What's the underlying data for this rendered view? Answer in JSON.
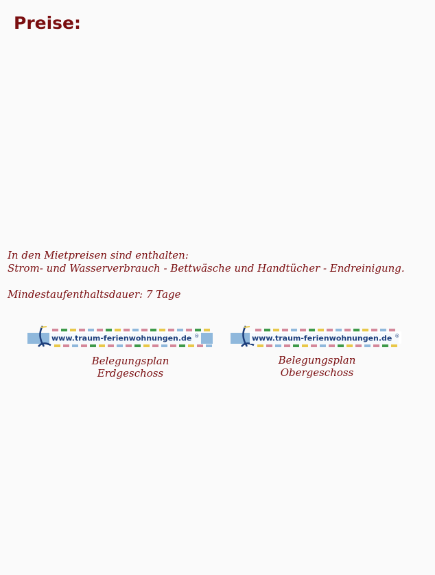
{
  "page": {
    "title": "Preise:"
  },
  "info": {
    "included_heading": "In den Mietpreisen sind enthalten:",
    "included_items": "Strom- und Wasserverbrauch  - Bettwäsche und Handtücher - Endreinigung.",
    "min_stay": "Mindestaufenthaltsdauer: 7 Tage"
  },
  "banners": [
    {
      "url_text": "www.traum-ferienwohnungen.de",
      "reg_mark": "®",
      "caption_line1": "Belegungsplan",
      "caption_line2": "Erdgeschoss"
    },
    {
      "url_text": "www.traum-ferienwohnungen.de",
      "reg_mark": "®",
      "caption_line1": "Belegungsplan",
      "caption_line2": "Obergeschoss"
    }
  ],
  "colors": {
    "text_accent": "#7a0e10",
    "banner_blue": "#8fb8dc",
    "banner_pink": "#d4889a",
    "banner_green": "#3e9a4a",
    "banner_yellow": "#e8c84a",
    "url_text": "#1b3d7a"
  },
  "icons": {
    "banner_logo": "traum-ferienwohnungen-logo"
  }
}
